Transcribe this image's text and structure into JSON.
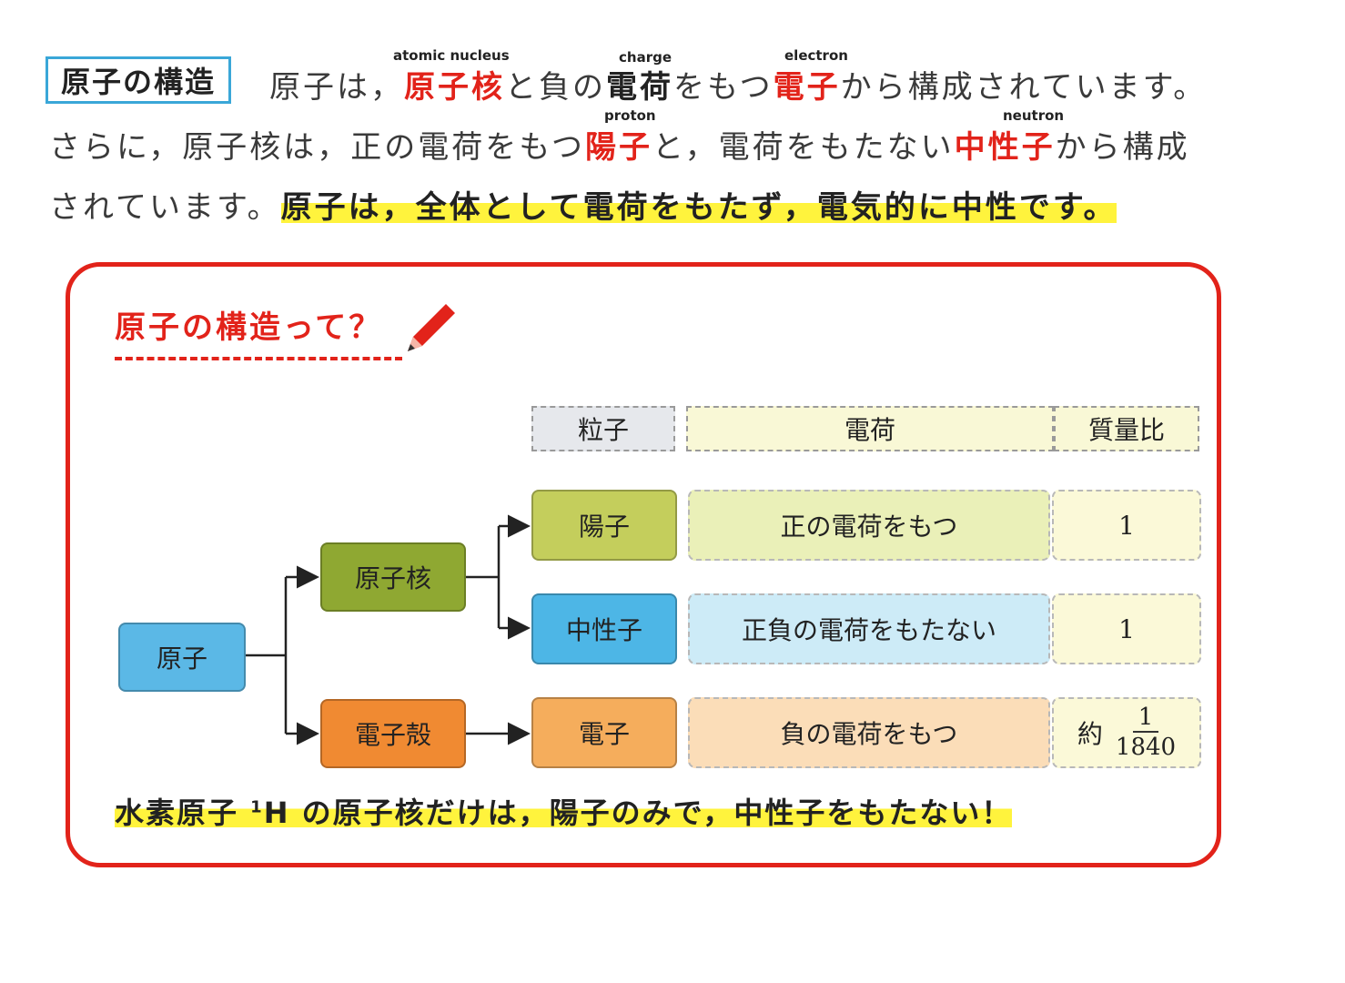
{
  "heading": {
    "boxed_title": "原子の構造",
    "line1": {
      "t1": "原子は，",
      "k1": "原子核",
      "t2": "と負の",
      "k2": "電荷",
      "t3": "をもつ",
      "k3": "電子",
      "t4": "から構成されています。"
    },
    "line2": {
      "t1": "さらに，原子核は，正の電荷をもつ",
      "k1": "陽子",
      "t2": "と，電荷をもたない",
      "k2": "中性子",
      "t3": "から構成"
    },
    "line3": {
      "t1": "されています。",
      "highlight": "原子は，全体として電荷をもたず，電気的に中性です。"
    },
    "annotations": {
      "nucleus": "atomic nucleus",
      "charge": "charge",
      "electron": "electron",
      "proton": "proton",
      "neutron": "neutron"
    }
  },
  "box": {
    "subtitle": "原子の構造って？",
    "headers": {
      "particle": "粒子",
      "charge": "電荷",
      "mass_ratio": "質量比"
    },
    "tree": {
      "atom": "原子",
      "nucleus": "原子核",
      "shell": "電子殻"
    },
    "rows": [
      {
        "particle": "陽子",
        "charge": "正の電荷をもつ",
        "mass": "1"
      },
      {
        "particle": "中性子",
        "charge": "正負の電荷をもたない",
        "mass": "1"
      },
      {
        "particle": "電子",
        "charge": "負の電荷をもつ",
        "mass_prefix": "約",
        "mass_num": "1",
        "mass_den": "1840"
      }
    ],
    "note": {
      "t1": "水素原子 ",
      "sup": "1",
      "t2": "H の原子核だけは，陽子のみで，中性子をもたない！"
    }
  },
  "colors": {
    "accent_red": "#e2231a",
    "title_border": "#3aa7d8",
    "highlight_yellow": "#fff33d"
  }
}
